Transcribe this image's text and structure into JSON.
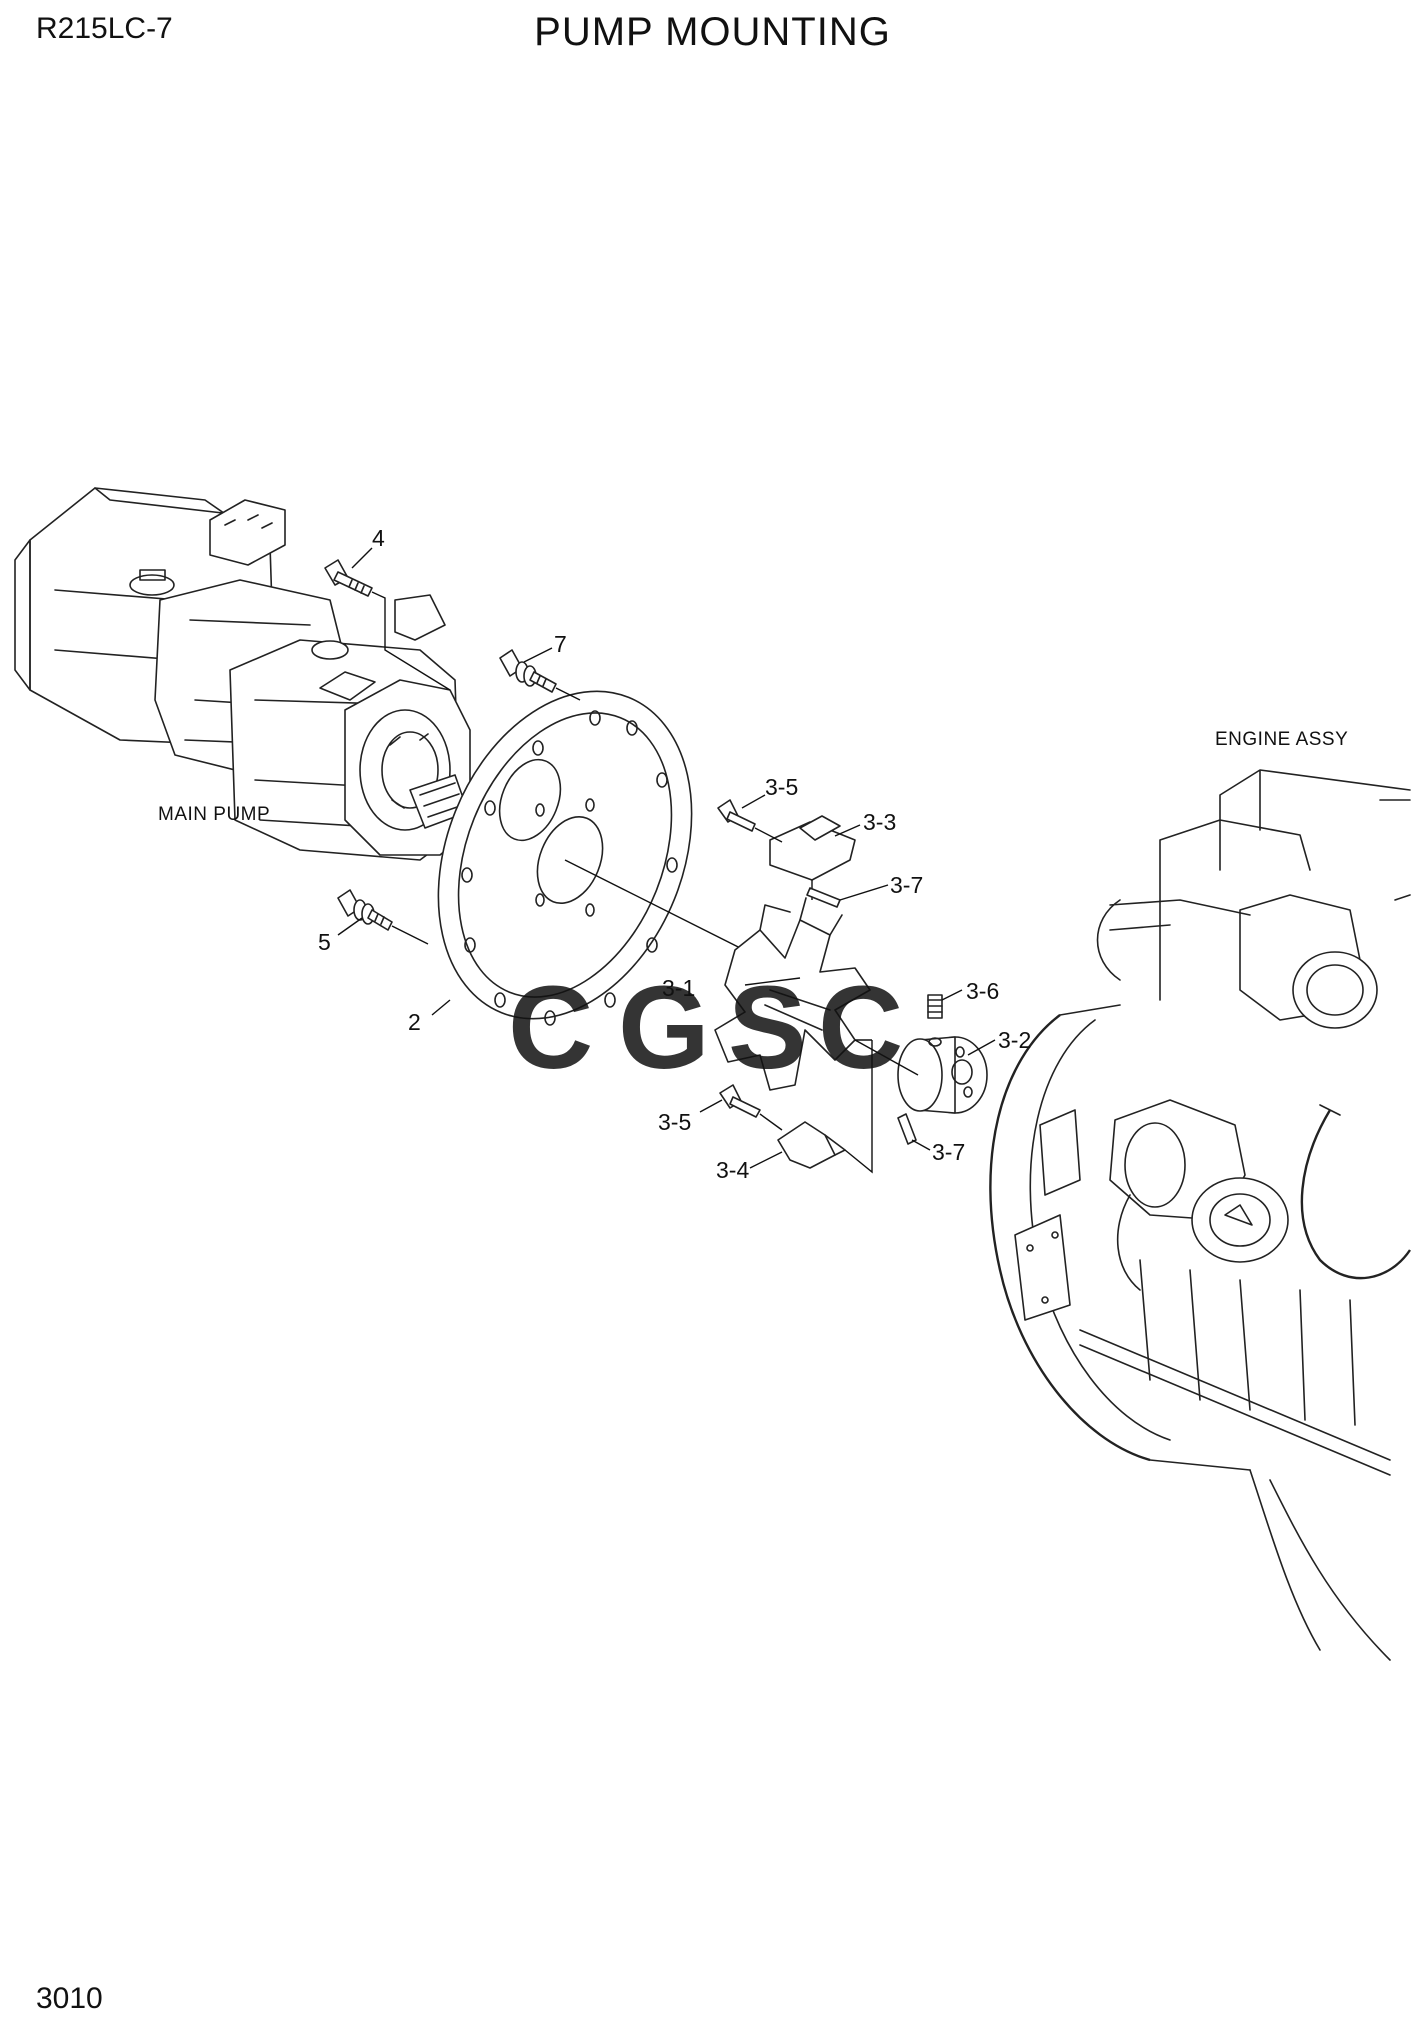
{
  "header": {
    "model": "R215LC-7",
    "title": "PUMP MOUNTING"
  },
  "footer": {
    "page_number": "3010"
  },
  "assemblies": {
    "main_pump": "MAIN PUMP",
    "engine": "ENGINE ASSY"
  },
  "callouts": {
    "c4": "4",
    "c7": "7",
    "c5": "5",
    "c2": "2",
    "c3_5_top": "3-5",
    "c3_3": "3-3",
    "c3_7_top": "3-7",
    "c3_1": "3-1",
    "c3_6": "3-6",
    "c3_2": "3-2",
    "c3_5_bottom": "3-5",
    "c3_4": "3-4",
    "c3_7_bottom": "3-7"
  },
  "watermark": {
    "text": "CGSC",
    "colors": [
      "#4f8ff0",
      "#f07b74",
      "#f7cf3c",
      "#37a86c"
    ]
  }
}
